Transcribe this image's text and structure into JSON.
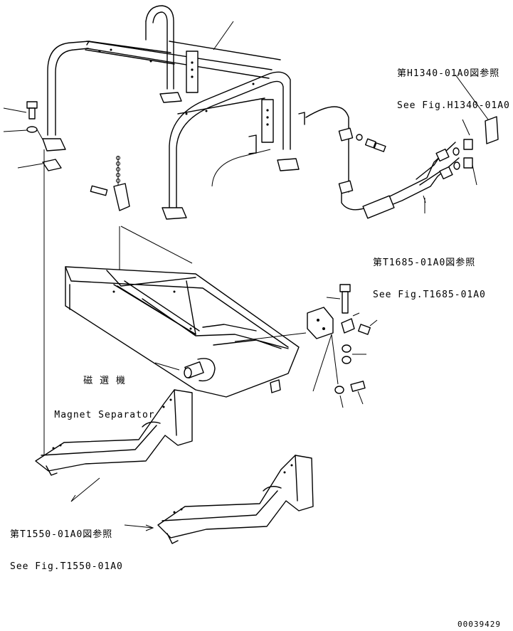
{
  "callouts": {
    "h1340": {
      "jp": "第H1340-01A0図参照",
      "en": "See Fig.H1340-01A0"
    },
    "t1685": {
      "jp": "第T1685-01A0図参照",
      "en": "See Fig.T1685-01A0"
    },
    "t1550": {
      "jp": "第T1550-01A0図参照",
      "en": "See Fig.T1550-01A0"
    }
  },
  "magnet_separator": {
    "jp": "磁 選 機",
    "en": "Magnet Separator"
  },
  "drawing_number": "00039429"
}
